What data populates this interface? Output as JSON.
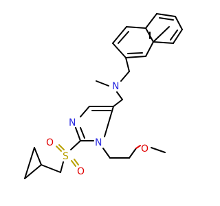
{
  "atoms": {
    "n_amine": "N",
    "n_ring_imine": "N",
    "n_ring_sub": "N",
    "s_sulfonyl": "S",
    "o_sulfonyl_1": "O",
    "o_sulfonyl_2": "O",
    "o_ether": "O"
  },
  "colors": {
    "bond": "#000000",
    "nitrogen": "#2a2ae0",
    "oxygen": "#e00000",
    "sulfur": "#b8a000",
    "background": "#ffffff"
  }
}
